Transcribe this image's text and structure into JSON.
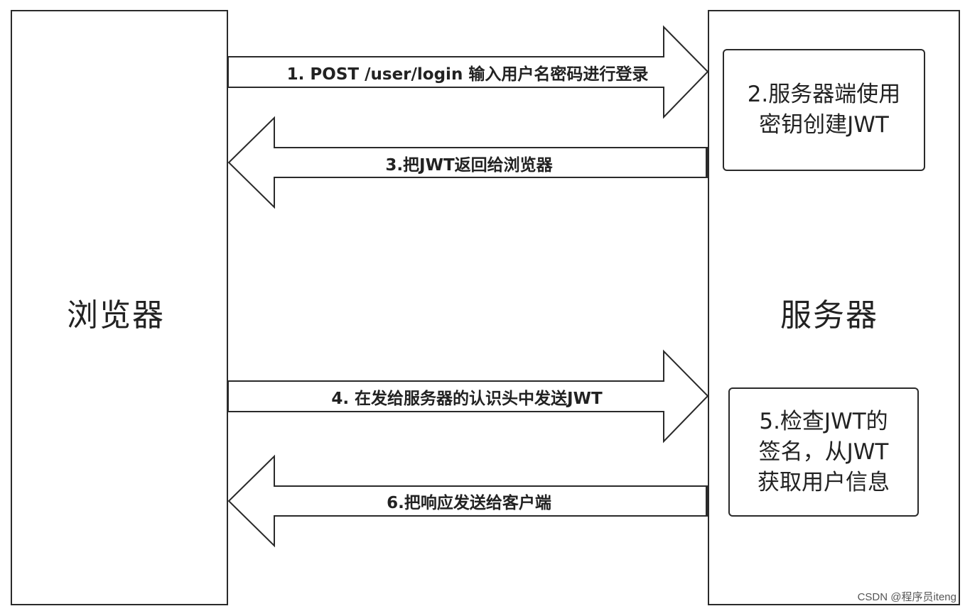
{
  "browser": {
    "label": "浏览器"
  },
  "server": {
    "label": "服务器"
  },
  "steps": [
    {
      "label": "1. POST /user/login 输入用户名密码进行登录",
      "direction": "to-server"
    },
    {
      "label": "3.把JWT返回给浏览器",
      "direction": "to-browser"
    },
    {
      "label": "4. 在发给服务器的认识头中发送JWT",
      "direction": "to-server"
    },
    {
      "label": "6.把响应发送给客户端",
      "direction": "to-browser"
    }
  ],
  "notes": [
    {
      "text": "2.服务器端使用\n密钥创建JWT"
    },
    {
      "text": "5.检查JWT的\n签名，从JWT\n获取用户信息"
    }
  ],
  "watermark": "CSDN @程序员iteng"
}
